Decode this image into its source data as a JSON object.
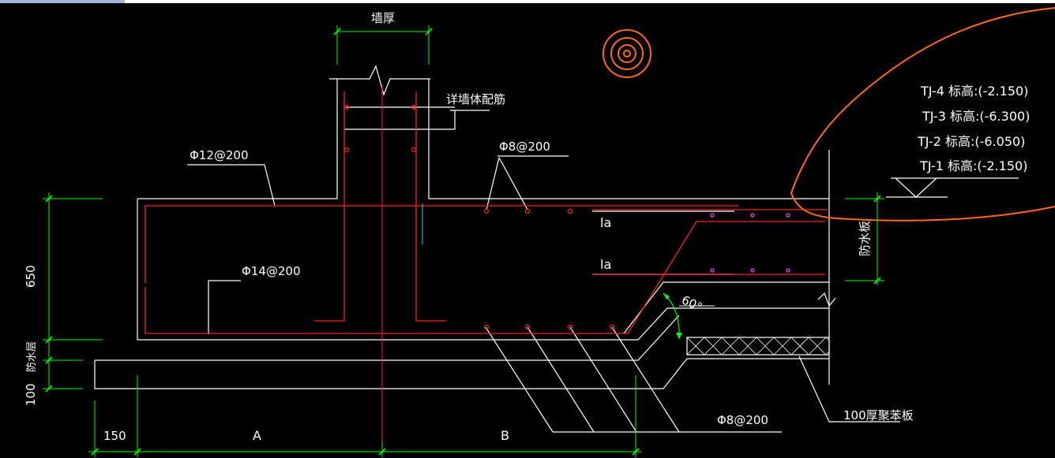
{
  "labels": {
    "wall_thickness": "墙厚",
    "wall_rebar_note": "详墙体配筋",
    "top_rebar": "Φ12@200",
    "bottom_rebar": "Φ14@200",
    "dist_rebar_top": "Φ8@200",
    "dist_rebar_bottom": "Φ8@200",
    "anchor_1": "la",
    "anchor_2": "la",
    "waterproof_layer": "防水层",
    "waterproof_board": "防水板",
    "foam_board": "100厚聚苯板",
    "slope_angle": "60°",
    "dim_650": "650",
    "dim_100": "100",
    "dim_150": "150",
    "dim_a": "A",
    "dim_b": "B"
  },
  "elevations": [
    "TJ-4 标高:(-2.150)",
    "TJ-3 标高:(-6.300)",
    "TJ-2 标高:(-6.050)",
    "TJ-1 标高:(-2.150)"
  ],
  "colors": {
    "background": "#000000",
    "concrete_outline": "#ffffff",
    "rebar": "#ff2020",
    "dimension": "#00ff00",
    "cloud": "#ff6a1a",
    "rebar_dot_alt": "#ff40ff",
    "axis_cyan": "#00e0ff"
  }
}
